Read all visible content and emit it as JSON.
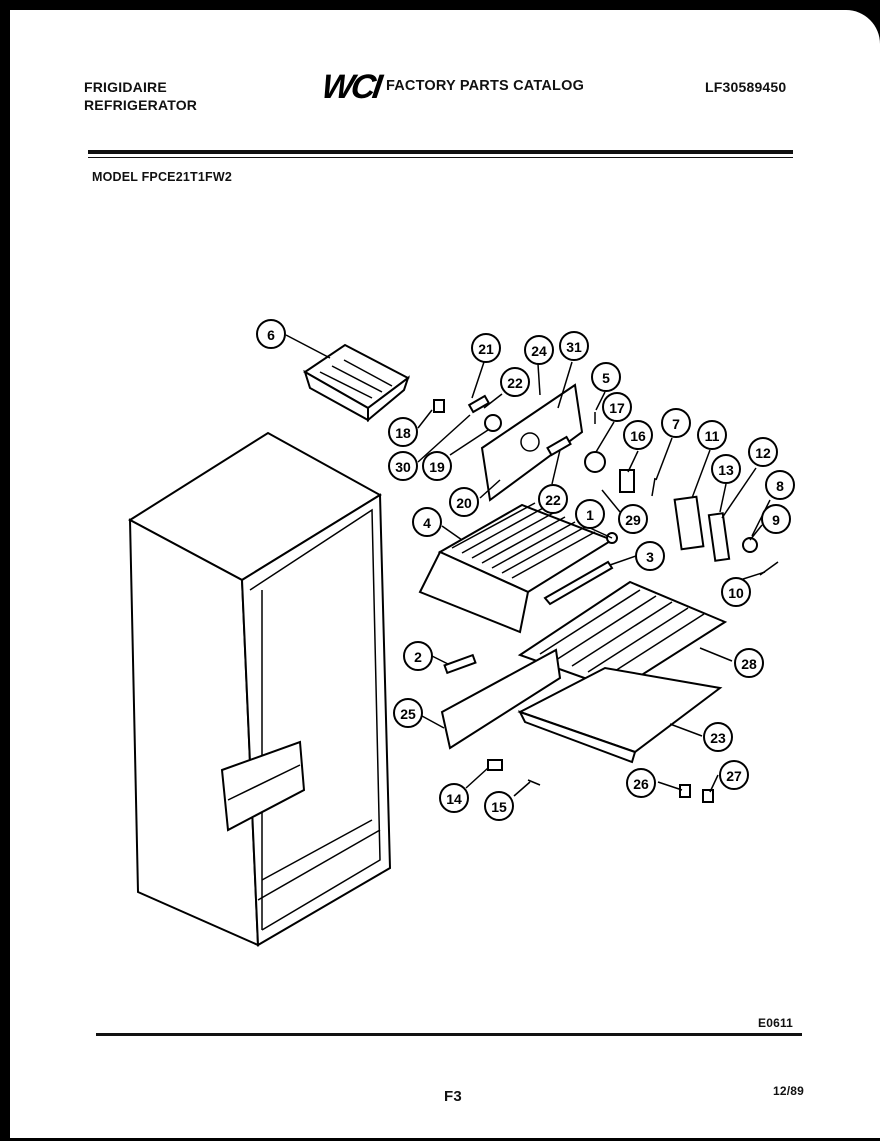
{
  "header": {
    "brand_line1": "FRIGIDAIRE",
    "brand_line2": "REFRIGERATOR",
    "logo": "WCI",
    "catalog_title": "FACTORY PARTS CATALOG",
    "catalog_number": "LF30589450",
    "model_label": "MODEL FPCE21T1FW2"
  },
  "callouts": [
    "6",
    "21",
    "24",
    "31",
    "5",
    "22",
    "17",
    "18",
    "30",
    "19",
    "16",
    "7",
    "11",
    "20",
    "22",
    "29",
    "13",
    "12",
    "8",
    "4",
    "1",
    "9",
    "3",
    "10",
    "2",
    "28",
    "25",
    "23",
    "26",
    "27",
    "14",
    "15"
  ],
  "footer": {
    "drawing_code": "E0611",
    "page_code": "F3",
    "date": "12/89"
  }
}
